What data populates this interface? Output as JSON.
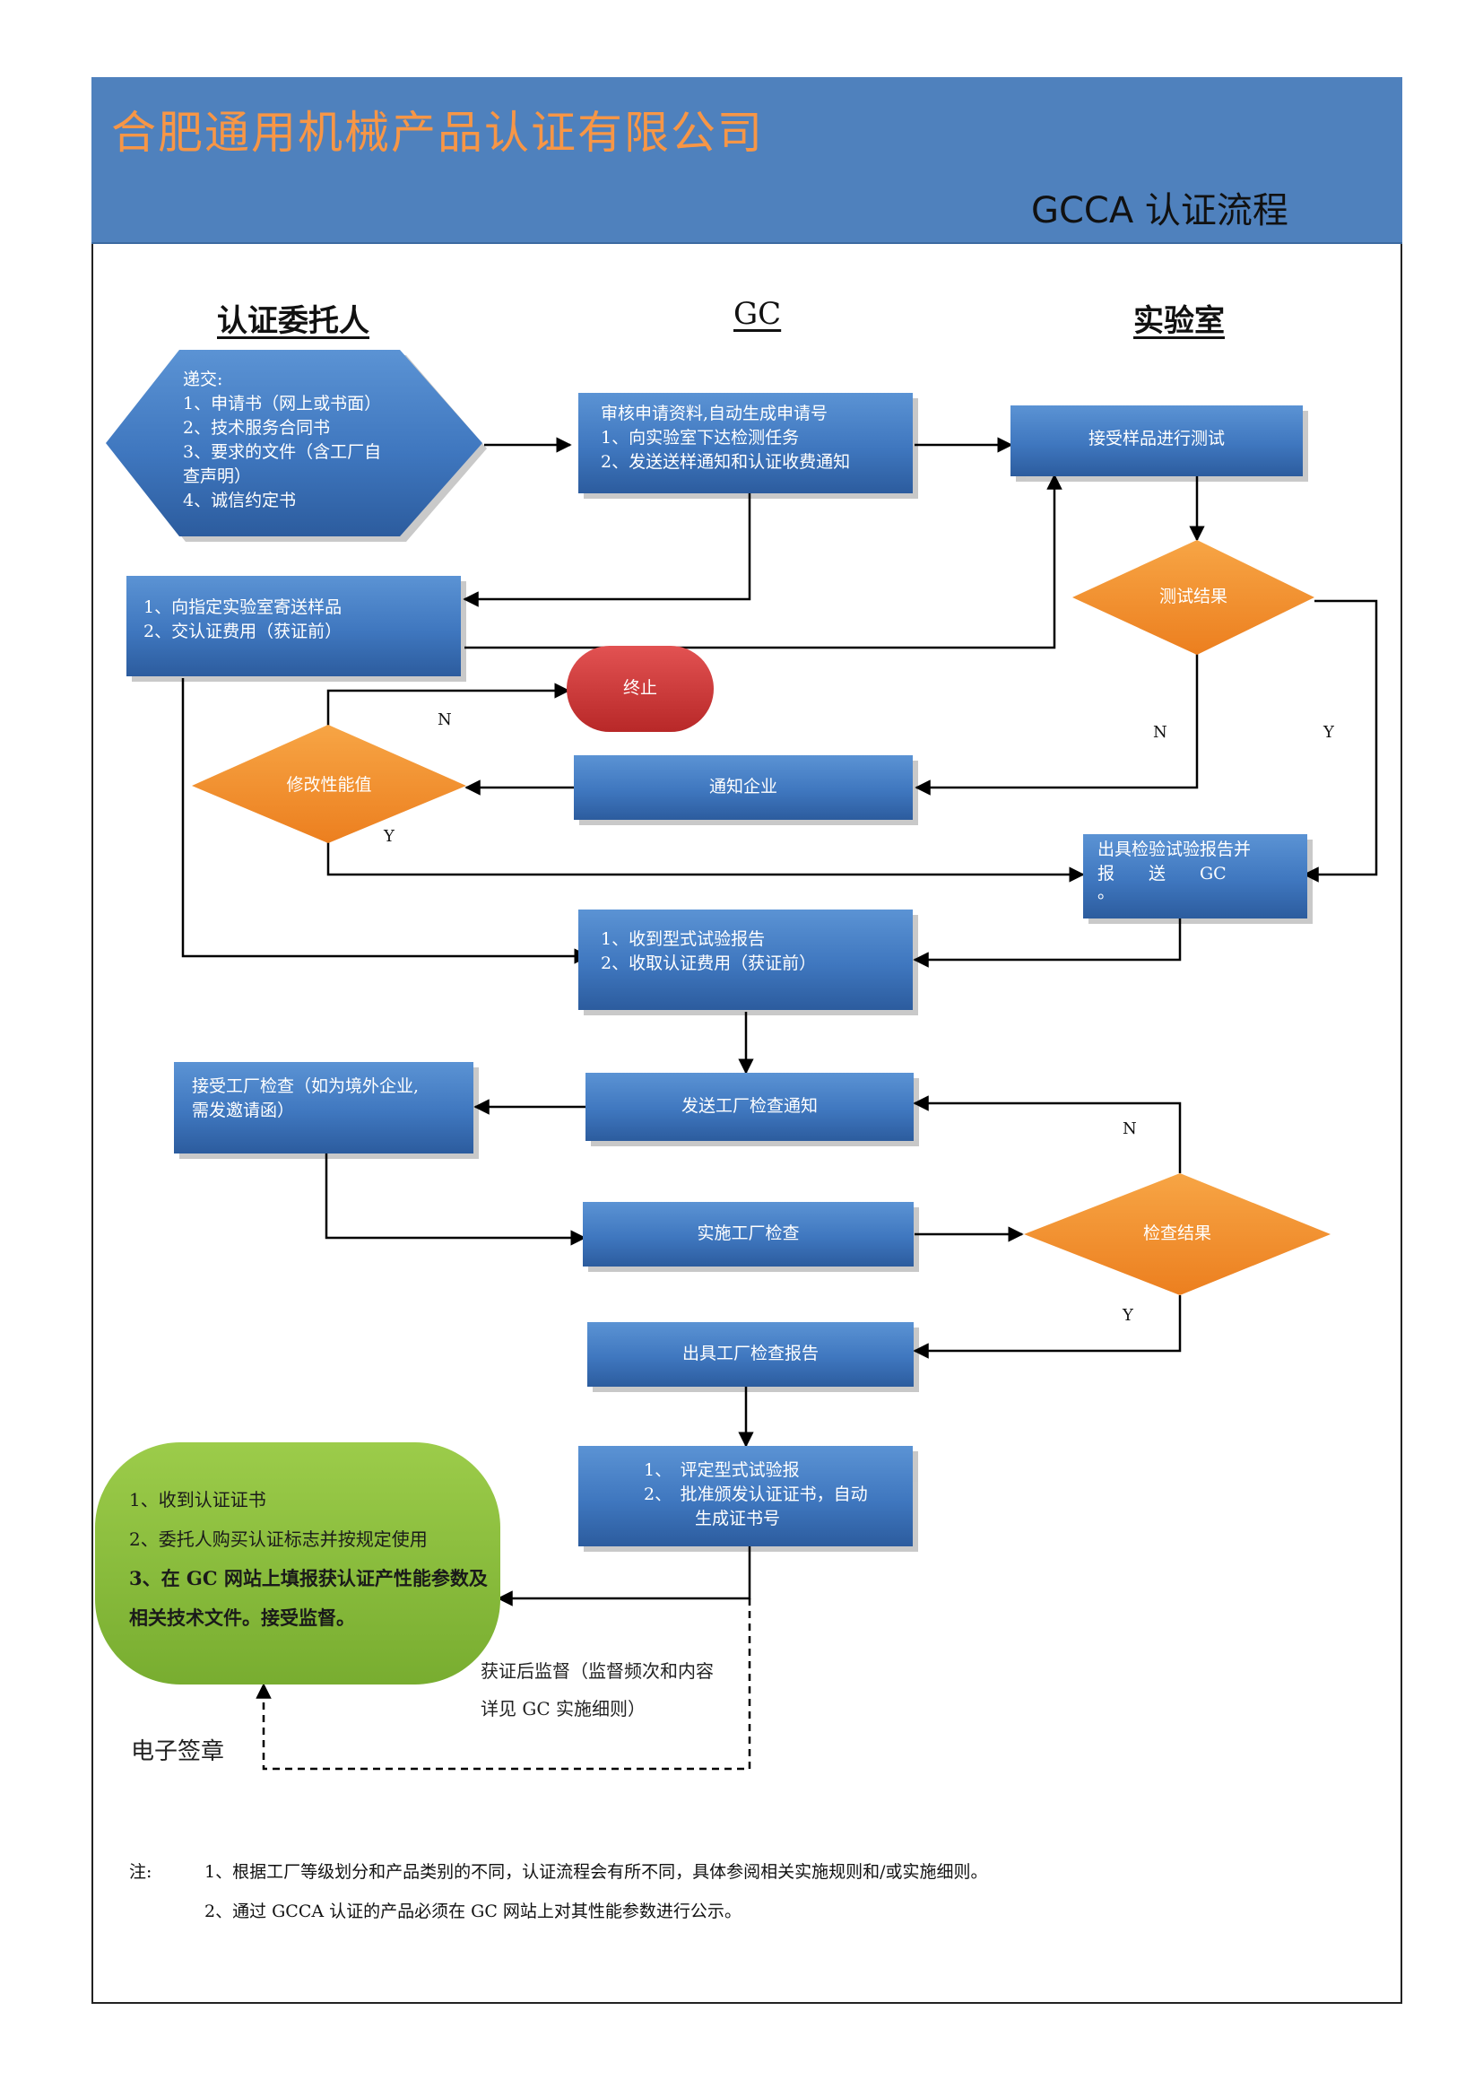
{
  "header": {
    "company_name": "合肥通用机械产品认证有限公司",
    "process_title": "GCCA 认证流程"
  },
  "columns": {
    "applicant": "认证委托人",
    "gc": "GC",
    "lab": "实验室"
  },
  "nodes": {
    "submit": [
      "递交:",
      "1、申请书（网上或书面）",
      "2、技术服务合同书",
      "3、要求的文件（含工厂自",
      "查声明）",
      "4、诚信约定书"
    ],
    "gc_review": [
      "审核申请资料,自动生成申请号",
      "1、向实验室下达检测任务",
      "2、发送送样通知和认证收费通知"
    ],
    "lab_accept": "接受样品进行测试",
    "send_sample": [
      "1、向指定实验室寄送样品",
      "2、交认证费用（获证前）"
    ],
    "test_result": "测试结果",
    "terminate": "终止",
    "modify_perf": "修改性能值",
    "notify_company": "通知企业",
    "issue_report": [
      "出具检验试验报告并",
      "报　　送　　GC",
      "。"
    ],
    "receive_report": [
      "1、收到型式试验报告",
      "2、收取认证费用（获证前）"
    ],
    "send_factory_notice": "发送工厂检查通知",
    "accept_factory": [
      "接受工厂检查（如为境外企业,",
      "需发邀请函）"
    ],
    "implement_factory": "实施工厂检查",
    "inspect_result": "检查结果",
    "factory_report": "出具工厂检查报告",
    "evaluate": [
      "1、　评定型式试验报",
      "2、　批准颁发认证证书，自动",
      "　　　生成证书号"
    ],
    "certified": [
      "1、收到认证证书",
      "2、委托人购买认证标志并按规定使用",
      "3、在 GC 网站上填报获认证产性能参数及",
      "相关技术文件。接受监督。"
    ],
    "supervision": [
      "获证后监督（监督频次和内容",
      "详见 GC 实施细则）"
    ],
    "e_signature": "电子签章"
  },
  "edge_labels": {
    "modify_n": "N",
    "modify_y": "Y",
    "test_n": "N",
    "test_y": "Y",
    "inspect_n": "N",
    "inspect_y": "Y"
  },
  "notes": {
    "label": "注:",
    "items": [
      "1、根据工厂等级划分和产品类别的不同，认证流程会有所不同，具体参阅相关实施规则和/或实施细则。",
      "2、通过 GCCA 认证的产品必须在 GC 网站上对其性能参数进行公示。"
    ]
  },
  "colors": {
    "header_bg": "#4f81bd",
    "company_text": "#f79646",
    "process_box": "#3f77bf",
    "decision": "#f28c28",
    "terminate": "#d23a3a",
    "certified": "#8cbf3f"
  }
}
